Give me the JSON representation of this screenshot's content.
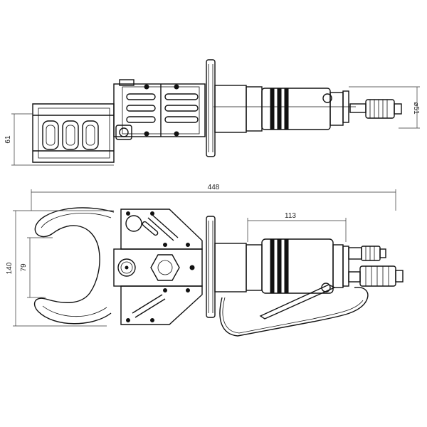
{
  "dimensions": {
    "top_height": "61",
    "connector_diameter": "⌀51",
    "overall_length": "448",
    "body_length": "113",
    "overall_height": "140",
    "jaw_opening": "79"
  }
}
